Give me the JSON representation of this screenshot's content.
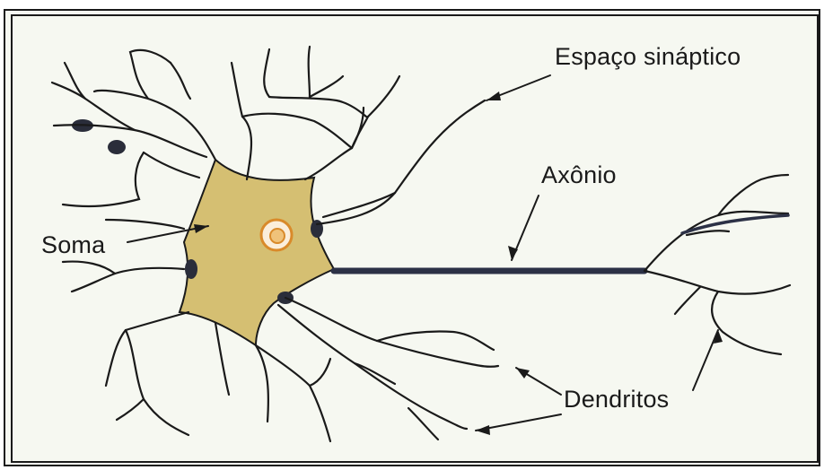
{
  "labels": {
    "synaptic_space": "Espaço sináptico",
    "axon": "Axônio",
    "soma": "Soma",
    "dendrites": "Dendritos"
  },
  "colors": {
    "background": "#f6f8f1",
    "soma_fill": "#d5bf72",
    "line": "#1a1a1a",
    "axon": "#2c3146",
    "nucleus_ring": "#d98a2a",
    "nucleus_fill": "#f0c27a"
  }
}
